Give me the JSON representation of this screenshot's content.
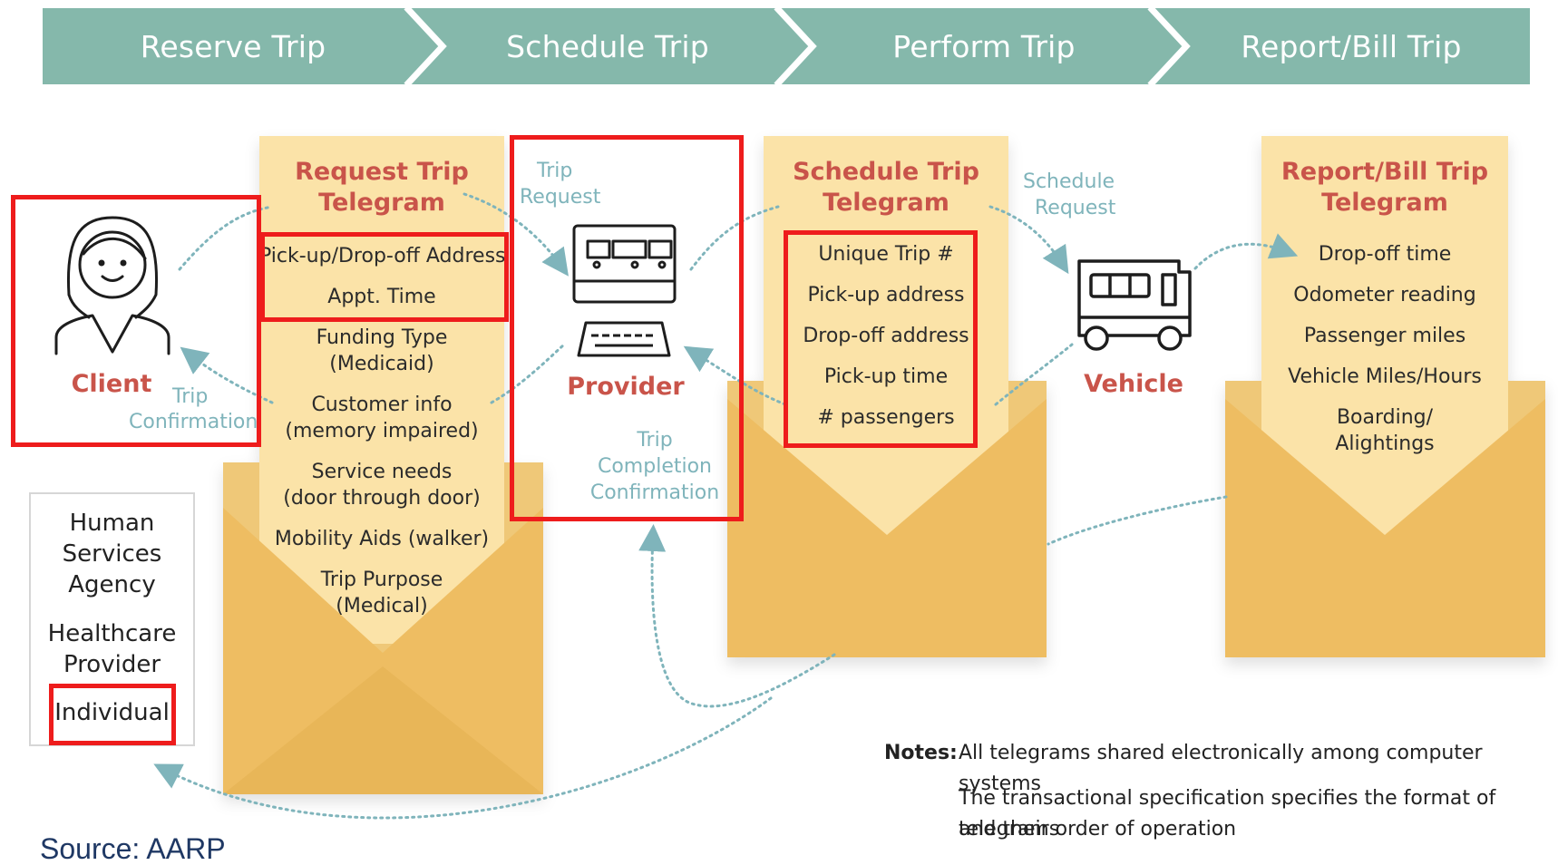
{
  "phases": [
    "Reserve Trip",
    "Schedule Trip",
    "Perform Trip",
    "Report/Bill Trip"
  ],
  "request_telegram": {
    "title_line1": "Request Trip",
    "title_line2": "Telegram",
    "items": [
      "Pick-up/Drop-off Address",
      "Appt. Time",
      "Funding Type",
      "(Medicaid)",
      "Customer info",
      "(memory impaired)",
      "Service needs",
      "(door through door)",
      "Mobility Aids (walker)",
      "Trip Purpose",
      "(Medical)"
    ]
  },
  "schedule_telegram": {
    "title_line1": "Schedule Trip",
    "title_line2": "Telegram",
    "items": [
      "Unique Trip #",
      "Pick-up address",
      "Drop-off address",
      "Pick-up time",
      "# passengers"
    ]
  },
  "report_telegram": {
    "title_line1": "Report/Bill Trip",
    "title_line2": "Telegram",
    "items": [
      "Drop-off time",
      "Odometer reading",
      "Passenger miles",
      "Vehicle Miles/Hours",
      "Boarding/",
      "Alightings"
    ]
  },
  "actors": {
    "client": "Client",
    "provider": "Provider",
    "vehicle": "Vehicle"
  },
  "flows": {
    "trip_request_1": "Trip",
    "trip_request_2": "Request",
    "trip_confirmation_1": "Trip",
    "trip_confirmation_2": "Confirmation",
    "schedule_request_1": "Schedule",
    "schedule_request_2": "Request",
    "completion_1": "Trip",
    "completion_2": "Completion",
    "completion_3": "Confirmation"
  },
  "agency": {
    "items": [
      "Human",
      "Services",
      "Agency",
      "Healthcare",
      "Provider",
      "Individual"
    ]
  },
  "notes": {
    "label": "Notes:",
    "line1": "All telegrams shared electronically among computer systems",
    "line2": "The transactional specification specifies the format of telegrams",
    "line3": "and their order of operation"
  },
  "source": "Source: AARP",
  "colors": {
    "header": "#85b8ab",
    "envelope": "#efc878",
    "paper": "#fbe3a8",
    "title_red": "#c9544a",
    "flow_teal": "#7fb4bb",
    "highlight": "#ee1c1c",
    "source_blue": "#1f3864"
  }
}
